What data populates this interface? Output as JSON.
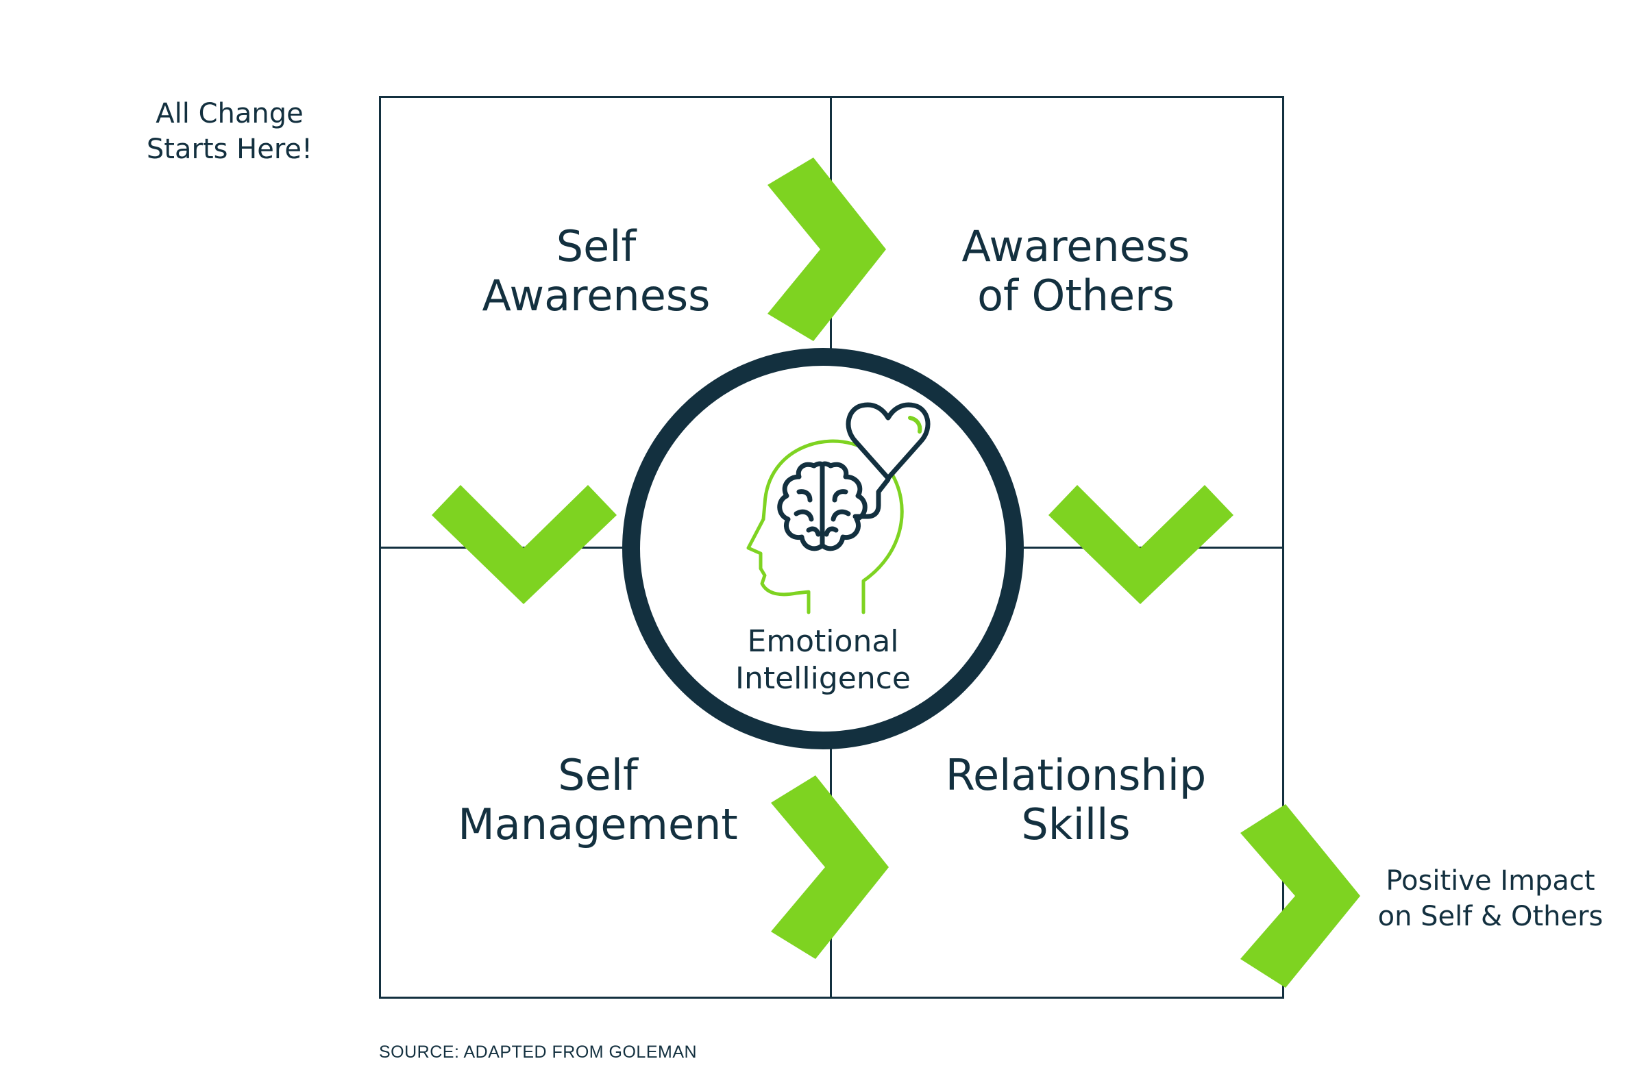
{
  "notes": {
    "start": [
      "All Change",
      "Starts Here!"
    ],
    "impact": [
      "Positive Impact",
      "on Self & Others"
    ]
  },
  "quadrants": {
    "self_awareness": [
      "Self",
      "Awareness"
    ],
    "awareness_of_others": [
      "Awareness",
      "of Others"
    ],
    "self_management": [
      "Self",
      "Management"
    ],
    "relationship_skills": [
      "Relationship",
      "Skills"
    ]
  },
  "center": {
    "label": [
      "Emotional",
      "Intelligence"
    ],
    "icon": "head-brain-heart-icon"
  },
  "source": "SOURCE: ADAPTED FROM GOLEMAN",
  "colors": {
    "navy": "#13303f",
    "green": "#7ed321"
  },
  "arrow_icon": "chevron-arrow-icon"
}
